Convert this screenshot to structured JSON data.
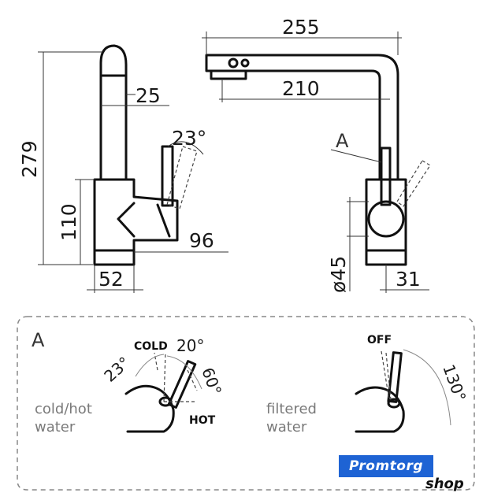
{
  "dimensions": {
    "total_height": "279",
    "spout_width": "25",
    "base_height": "110",
    "body_depth": "96",
    "base_width": "52",
    "total_reach": "255",
    "spout_reach": "210",
    "body_diameter": "ø45",
    "filter_offset": "31",
    "lever_angle": "23°"
  },
  "callout_label": "A",
  "detail": {
    "label": "A",
    "left": {
      "caption_line1": "cold/hot",
      "caption_line2": "water",
      "cold": "COLD",
      "hot": "HOT",
      "angle_20": "20°",
      "angle_23": "23°",
      "angle_60": "60°"
    },
    "right": {
      "caption_line1": "filtered",
      "caption_line2": "water",
      "off": "OFF",
      "angle_130": "130°"
    }
  },
  "logo": {
    "brand": "Promtorg",
    "suffix": "shop",
    "color": "#1e63d4"
  }
}
